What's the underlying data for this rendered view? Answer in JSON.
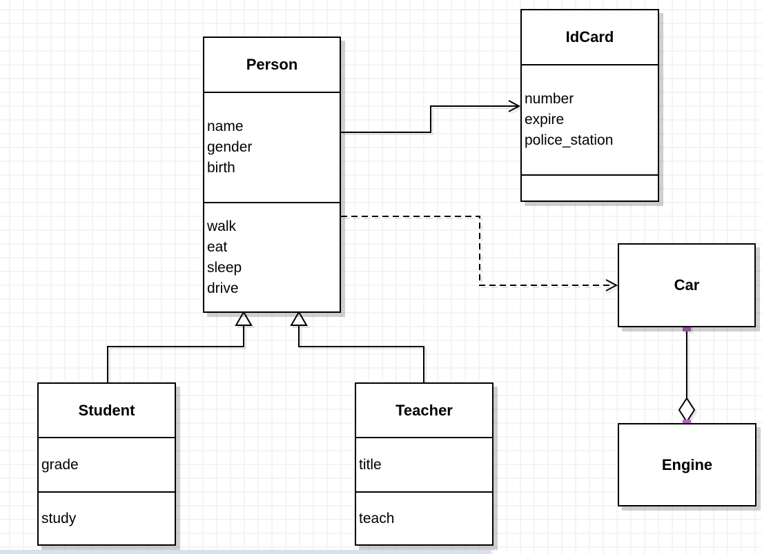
{
  "diagram_type": "uml-class-diagram",
  "classes": [
    {
      "title": "Person",
      "attributes": [
        "name",
        "gender",
        "birth"
      ],
      "methods": [
        "walk",
        "eat",
        "sleep",
        "drive"
      ]
    },
    {
      "title": "IdCard",
      "attributes": [
        "number",
        "expire",
        "police_station"
      ],
      "methods": []
    },
    {
      "title": "Car",
      "attributes": [],
      "methods": []
    },
    {
      "title": "Engine",
      "attributes": [],
      "methods": []
    },
    {
      "title": "Student",
      "attributes": [
        "grade"
      ],
      "methods": [
        "study"
      ]
    },
    {
      "title": "Teacher",
      "attributes": [
        "title"
      ],
      "methods": [
        "teach"
      ]
    }
  ],
  "relationships": [
    {
      "from": "Person",
      "to": "IdCard",
      "type": "association",
      "line": "solid",
      "arrowhead": "open-arrow"
    },
    {
      "from": "Person",
      "to": "Car",
      "type": "dependency",
      "line": "dashed",
      "arrowhead": "open-arrow"
    },
    {
      "from": "Student",
      "to": "Person",
      "type": "generalization",
      "line": "solid",
      "arrowhead": "hollow-triangle"
    },
    {
      "from": "Teacher",
      "to": "Person",
      "type": "generalization",
      "line": "solid",
      "arrowhead": "hollow-triangle"
    },
    {
      "from": "Car",
      "to": "Engine",
      "type": "aggregation",
      "line": "solid",
      "arrowhead": "hollow-diamond"
    }
  ],
  "colors": {
    "node_border": "#000000",
    "node_fill": "#ffffff",
    "connector": "#000000",
    "handle": "#b666c2",
    "grid_line": "#f4f4f7",
    "shadow": "#c9c9c9",
    "bottom_strip": "#dae0e7"
  }
}
